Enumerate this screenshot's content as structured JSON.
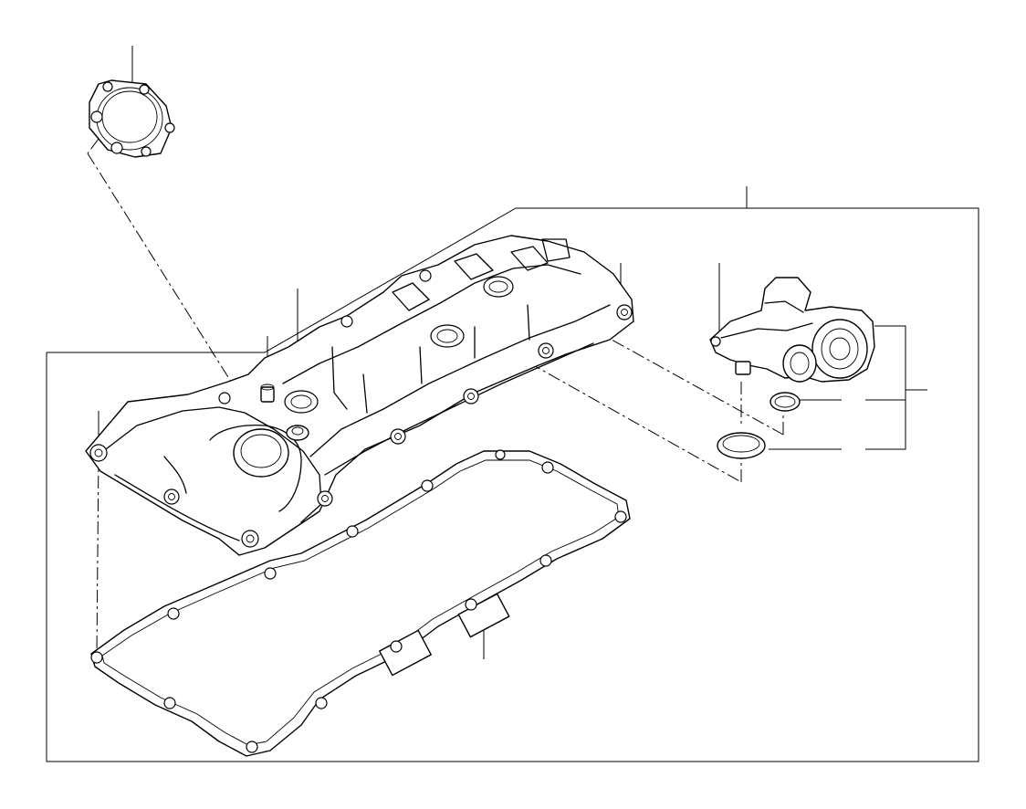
{
  "diagram": {
    "parts": [
      {
        "id": "oil-filler-cap",
        "callout": ""
      },
      {
        "id": "cylinder-head-cover",
        "callout": ""
      },
      {
        "id": "cover-mounting-bolt",
        "callout": ""
      },
      {
        "id": "cover-grommet",
        "callout": ""
      },
      {
        "id": "pressure-control-valve",
        "callout": ""
      },
      {
        "id": "valve-o-ring-small",
        "callout": ""
      },
      {
        "id": "valve-o-ring-large",
        "callout": ""
      },
      {
        "id": "cover-gasket",
        "callout": ""
      }
    ]
  }
}
